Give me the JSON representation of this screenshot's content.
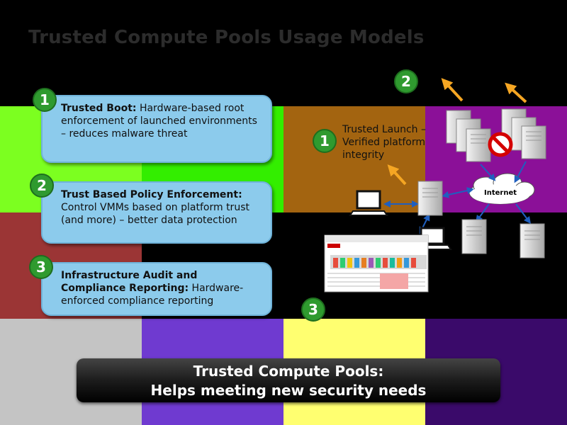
{
  "title": "Trusted Compute Pools Usage Models",
  "cards": [
    {
      "number": "1",
      "heading": "Trusted Boot:",
      "text": " Hardware-based root enforcement of launched environments – reduces malware threat"
    },
    {
      "number": "2",
      "heading": "Trust Based Policy Enforcement:",
      "text": " Control VMMs based on platform trust (and more) – better data protection"
    },
    {
      "number": "3",
      "heading": "Infrastructure Audit and Compliance Reporting:",
      "text": " Hardware-enforced compliance reporting"
    }
  ],
  "diagram": {
    "badge_1": "1",
    "badge_2": "2",
    "badge_3": "3",
    "trusted_launch_text": "Trusted Launch – Verified platform integrity",
    "cloud_label": "Internet"
  },
  "footer": {
    "line1": "Trusted Compute Pools:",
    "line2": "Helps meeting new security needs"
  },
  "colors": {
    "card_bg": "#8ccbec",
    "badge_green": "#2f9a2f",
    "arrow_orange": "#f5a623",
    "arrow_blue": "#1f5fbf",
    "no_sign_red": "#d40000"
  }
}
